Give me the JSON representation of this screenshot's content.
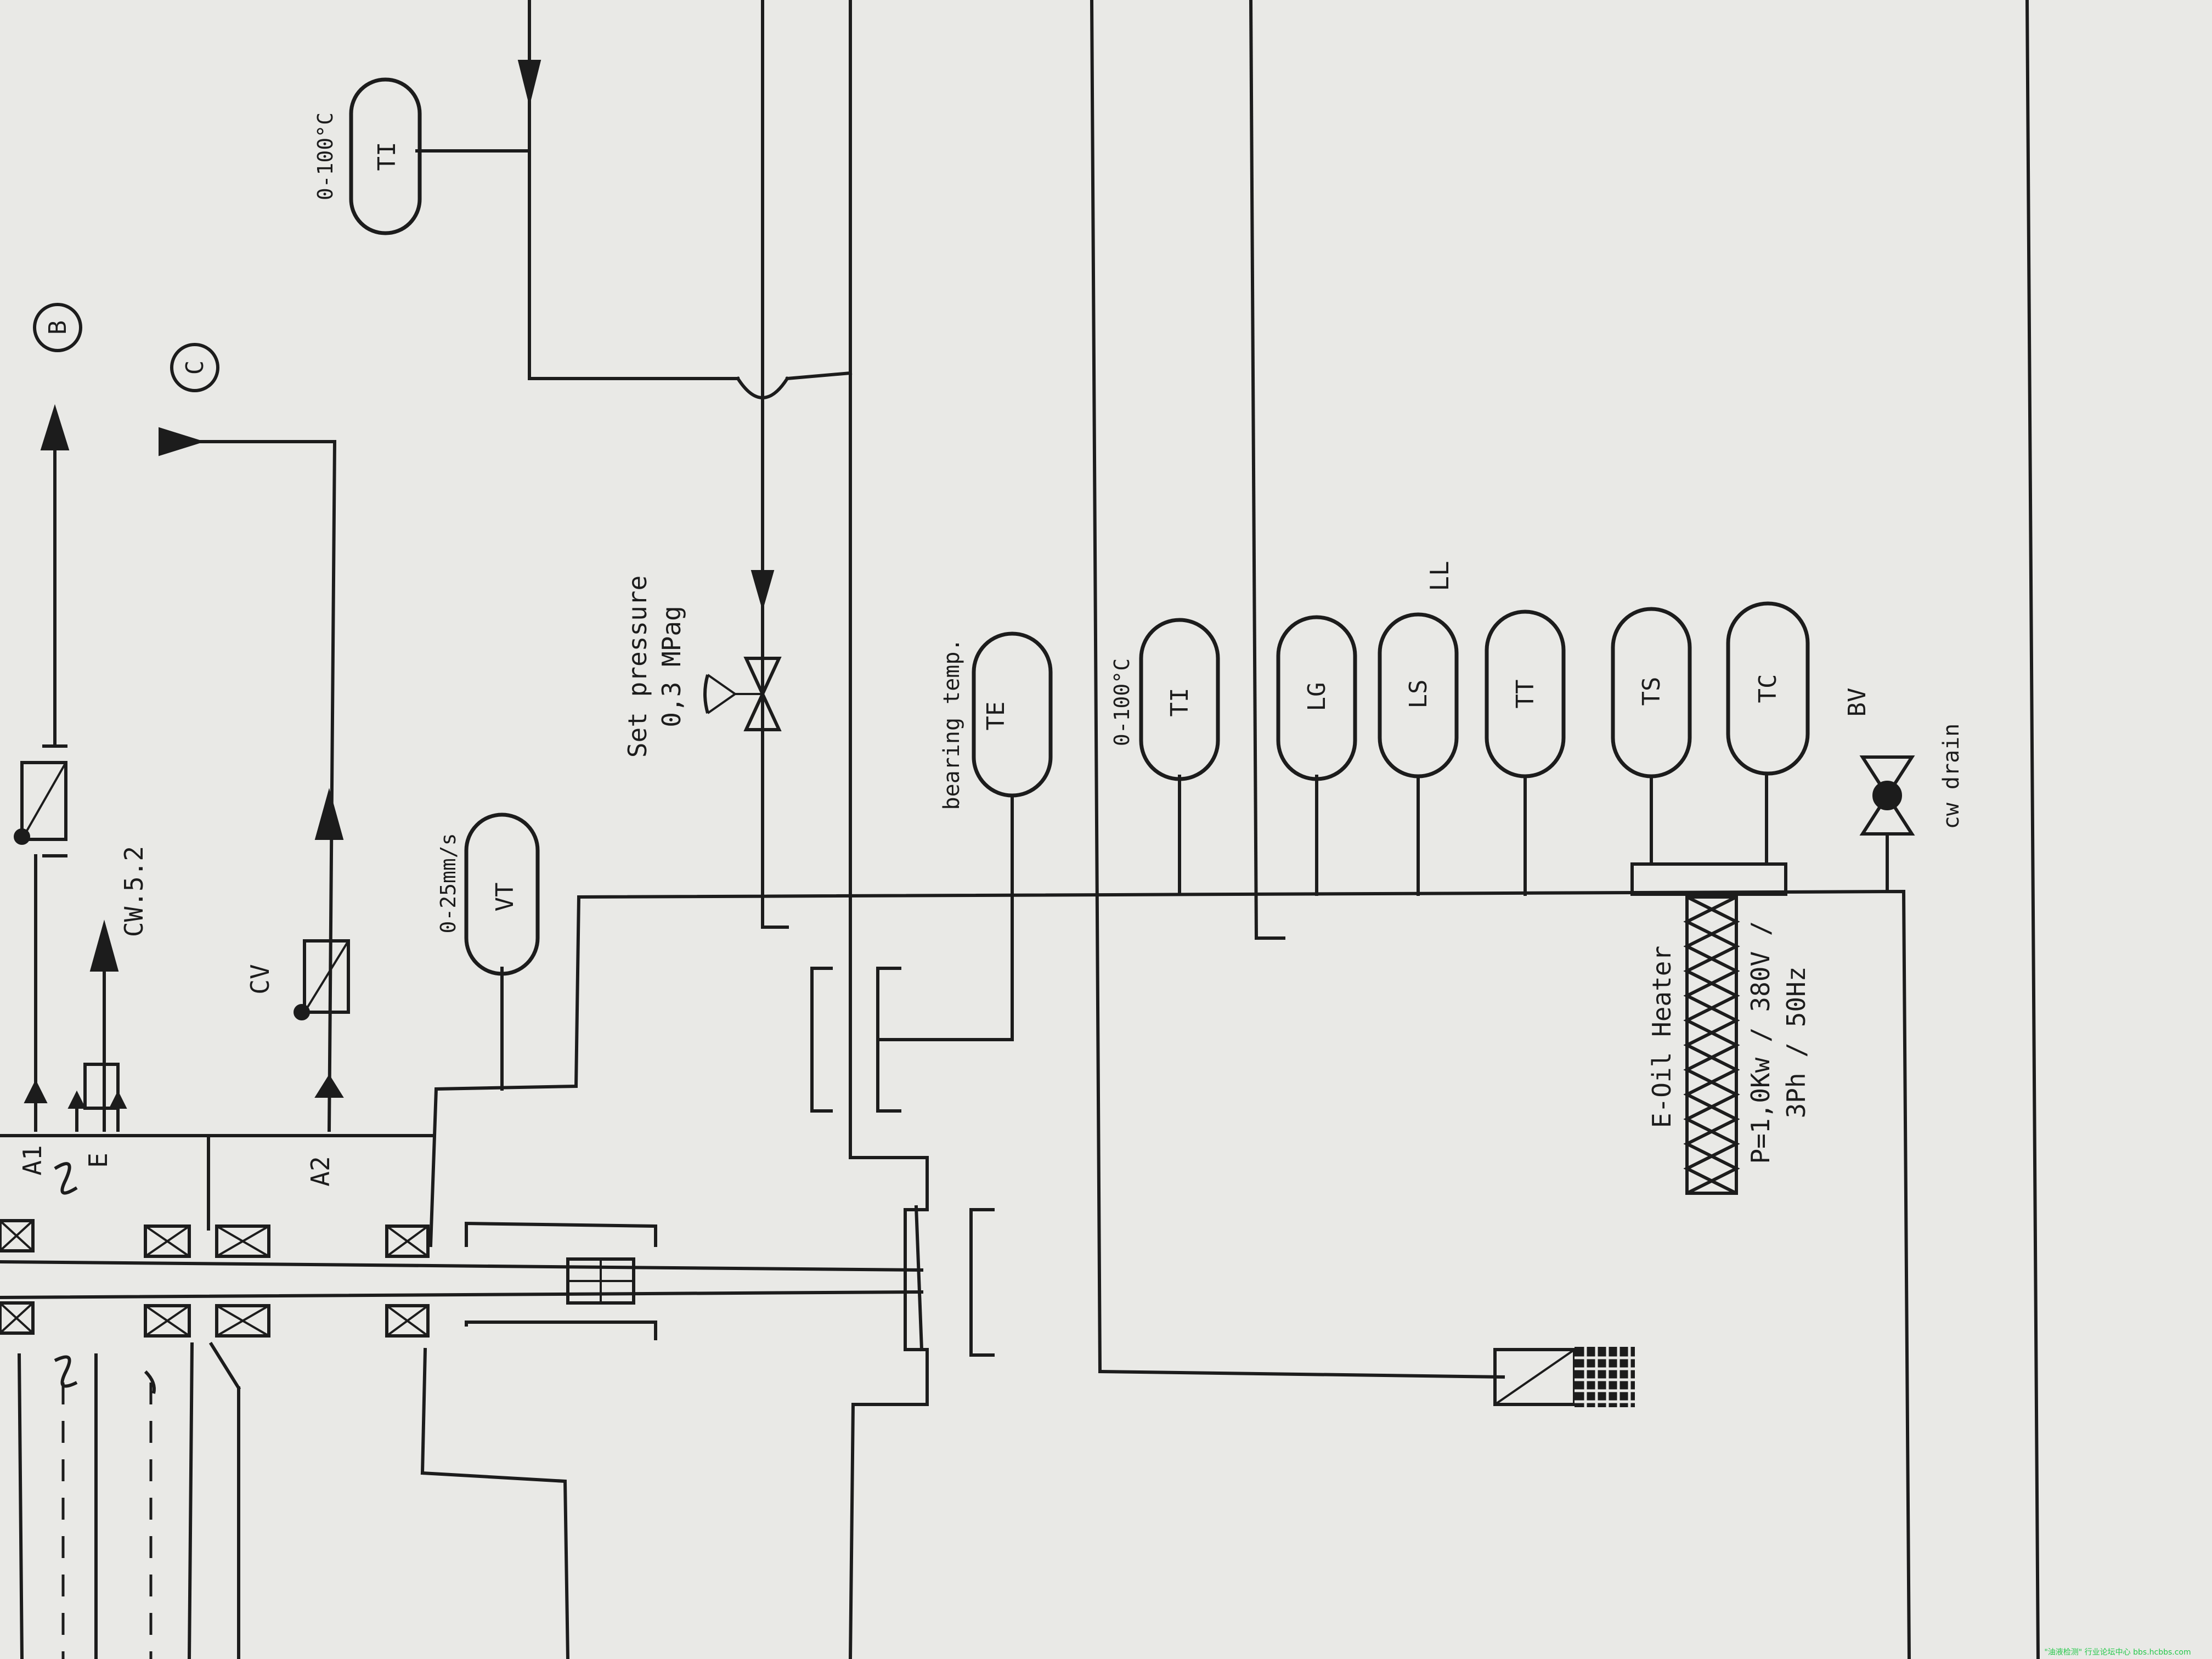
{
  "colors": {
    "paper": "#e9e9e6",
    "ink": "#1c1c1c",
    "watermark": "#24c84a"
  },
  "offpage_connectors": {
    "b": "B",
    "c": "C"
  },
  "instruments": {
    "ti_top": {
      "tag": "TI",
      "range": "0-100°C"
    },
    "vt": {
      "tag": "VT",
      "range": "0-25mm/s"
    },
    "te": {
      "tag": "TE",
      "note": "bearing temp."
    },
    "ti_mid": {
      "tag": "TI",
      "range": "0-100°C"
    },
    "lg": {
      "tag": "LG"
    },
    "ls": {
      "tag": "LS",
      "note": "LL"
    },
    "tt": {
      "tag": "TT"
    },
    "ts": {
      "tag": "TS"
    },
    "tc": {
      "tag": "TC"
    }
  },
  "valves": {
    "pressure_valve": {
      "note_line1": "Set pressure",
      "note_line2": "0,3 MPag"
    },
    "cv": {
      "tag": "CV"
    },
    "bv": {
      "tag": "BV",
      "note": "cw drain"
    }
  },
  "heater": {
    "name": "E-Oil Heater",
    "spec_line1": "P=1,0Kw / 380V /",
    "spec_line2": "3Ph / 50Hz"
  },
  "lines": {
    "a1": "A1",
    "a2": "A2",
    "cw": "CW.5.2",
    "e": "E"
  },
  "watermark": "\"油液检测\" 行业论坛中心 bbs.hcbbs.com"
}
